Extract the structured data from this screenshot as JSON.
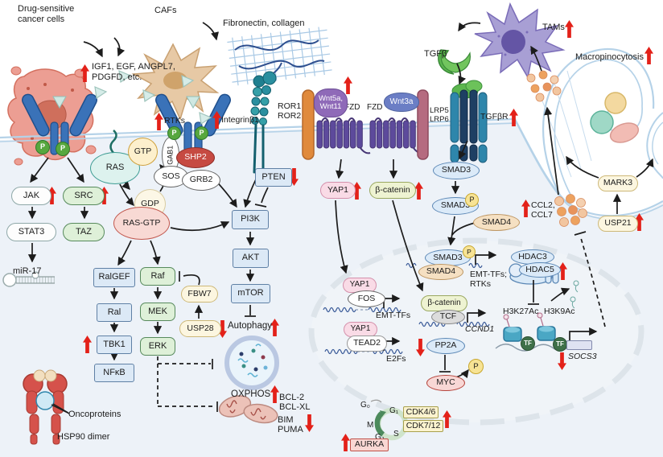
{
  "cells": {
    "drug_sensitive": {
      "label": "Drug-sensitive\ncancer cells"
    },
    "cafs": {
      "label": "CAFs"
    },
    "fibronectin": {
      "label": "Fibronectin, collagen"
    },
    "tams": {
      "label": "TAMs",
      "trend": "up"
    },
    "macropinocytosis": {
      "label": "Macropinocytosis",
      "trend": "up"
    },
    "tgfb": {
      "label": "TGFβ"
    }
  },
  "ligands": {
    "igf": {
      "label": "IGF1, EGF, ANGPL7,\nPDGFD, etc.",
      "trend": "up"
    }
  },
  "receptors": {
    "rtks": {
      "label": "RTKs",
      "trend": "up"
    },
    "integrin": {
      "label": "Integrinβ1",
      "trend": "up"
    },
    "ror": {
      "label": "ROR1\nROR2"
    },
    "wnt5a": {
      "label": "Wnt5a,\nWnt11",
      "trend": "up"
    },
    "fzd1": {
      "label": "FZD"
    },
    "fzd2": {
      "label": "FZD"
    },
    "wnt3a": {
      "label": "Wnt3a"
    },
    "lrp": {
      "label": "LRP5\nLRP6"
    },
    "tgfbr": {
      "label": "TGFβR",
      "trend": "up"
    }
  },
  "nodes": {
    "jak": {
      "label": "JAK",
      "trend": "up"
    },
    "src": {
      "label": "SRC",
      "trend": "up"
    },
    "stat3": {
      "label": "STAT3"
    },
    "taz": {
      "label": "TAZ"
    },
    "mir17": {
      "label": "miR-17"
    },
    "ras": {
      "label": "RAS"
    },
    "gtp": {
      "label": "GTP"
    },
    "gdp": {
      "label": "GDP"
    },
    "gab1": {
      "label": "GAB1"
    },
    "shp2": {
      "label": "SHP2"
    },
    "sos": {
      "label": "SOS"
    },
    "grb2": {
      "label": "GRB2"
    },
    "ras_gtp": {
      "label": "RAS-GTP"
    },
    "p": {
      "label": "P"
    },
    "pten": {
      "label": "PTEN",
      "trend": "down"
    },
    "pi3k": {
      "label": "PI3K"
    },
    "akt": {
      "label": "AKT"
    },
    "mtor": {
      "label": "mTOR"
    },
    "autophagy": {
      "label": "Autophagy",
      "trend": "up"
    },
    "ralgef": {
      "label": "RalGEF"
    },
    "ral": {
      "label": "Ral"
    },
    "tbk1": {
      "label": "TBK1",
      "trend": "up"
    },
    "nfkb": {
      "label": "NFκB"
    },
    "raf": {
      "label": "Raf"
    },
    "mek": {
      "label": "MEK"
    },
    "erk": {
      "label": "ERK"
    },
    "fbw7": {
      "label": "FBW7"
    },
    "usp28": {
      "label": "USP28",
      "trend": "down"
    },
    "yap1": {
      "label": "YAP1",
      "trend": "up"
    },
    "b_catenin": {
      "label": "β-catenin",
      "trend": "up"
    },
    "smad3": {
      "label": "SMAD3"
    },
    "smad4": {
      "label": "SMAD4"
    },
    "ccl": {
      "label": "CCL2,\nCCL7",
      "trend": "up"
    },
    "mark3": {
      "label": "MARK3"
    },
    "usp21": {
      "label": "USP21",
      "trend": "up"
    }
  },
  "nucleus": {
    "yap1": {
      "label": "YAP1"
    },
    "fos": {
      "label": "FOS"
    },
    "emt_tfs": {
      "label": "EMT-TFs"
    },
    "tead2": {
      "label": "TEAD2"
    },
    "e2fs": {
      "label": "E2Fs"
    },
    "smad3": {
      "label": "SMAD3"
    },
    "smad4": {
      "label": "SMAD4"
    },
    "emt_rtks": {
      "label": "EMT-TFs;\nRTKs"
    },
    "b_catenin": {
      "label": "β-catenin"
    },
    "tcf": {
      "label": "TCF"
    },
    "ccnd1": {
      "label": "CCND1"
    },
    "pp2a": {
      "label": "PP2A",
      "trend": "down"
    },
    "myc": {
      "label": "MYC"
    },
    "hdac3": {
      "label": "HDAC3"
    },
    "hdac5": {
      "label": "HDAC5",
      "trend": "up"
    },
    "h3k27ac": {
      "label": "H3K27Ac"
    },
    "h3k9ac": {
      "label": "H3K9Ac"
    },
    "tf": {
      "label": "TF"
    },
    "socs3": {
      "label": "SOCS3",
      "trend": "down"
    }
  },
  "mito": {
    "oxphos": {
      "label": "OXPHOS",
      "trend": "up"
    },
    "bcl2": {
      "label": "BCL-2"
    },
    "bclxl": {
      "label": "BCL-XL"
    },
    "bim": {
      "label": "BIM",
      "trend": "down"
    },
    "puma": {
      "label": "PUMA",
      "trend": "down"
    }
  },
  "cycle": {
    "g0": {
      "label": "G₀"
    },
    "g1": {
      "label": "G₁"
    },
    "s": {
      "label": "S"
    },
    "g2": {
      "label": "G₂"
    },
    "m": {
      "label": "M"
    },
    "cdk46": {
      "label": "CDK4/6",
      "trend": "up"
    },
    "cdk712": {
      "label": "CDK7/12",
      "trend": "up"
    },
    "aurka": {
      "label": "AURKA",
      "trend": "up"
    }
  },
  "chaperone": {
    "oncoproteins": {
      "label": "Oncoproteins"
    },
    "hsp90": {
      "label": "HSP90 dimer"
    }
  },
  "colors": {
    "trend_arrow": "#e32119",
    "membrane": "#b5d2e8",
    "cytoplasm": "#edf2f8",
    "nucleus_fill": "#f0f4f8"
  }
}
